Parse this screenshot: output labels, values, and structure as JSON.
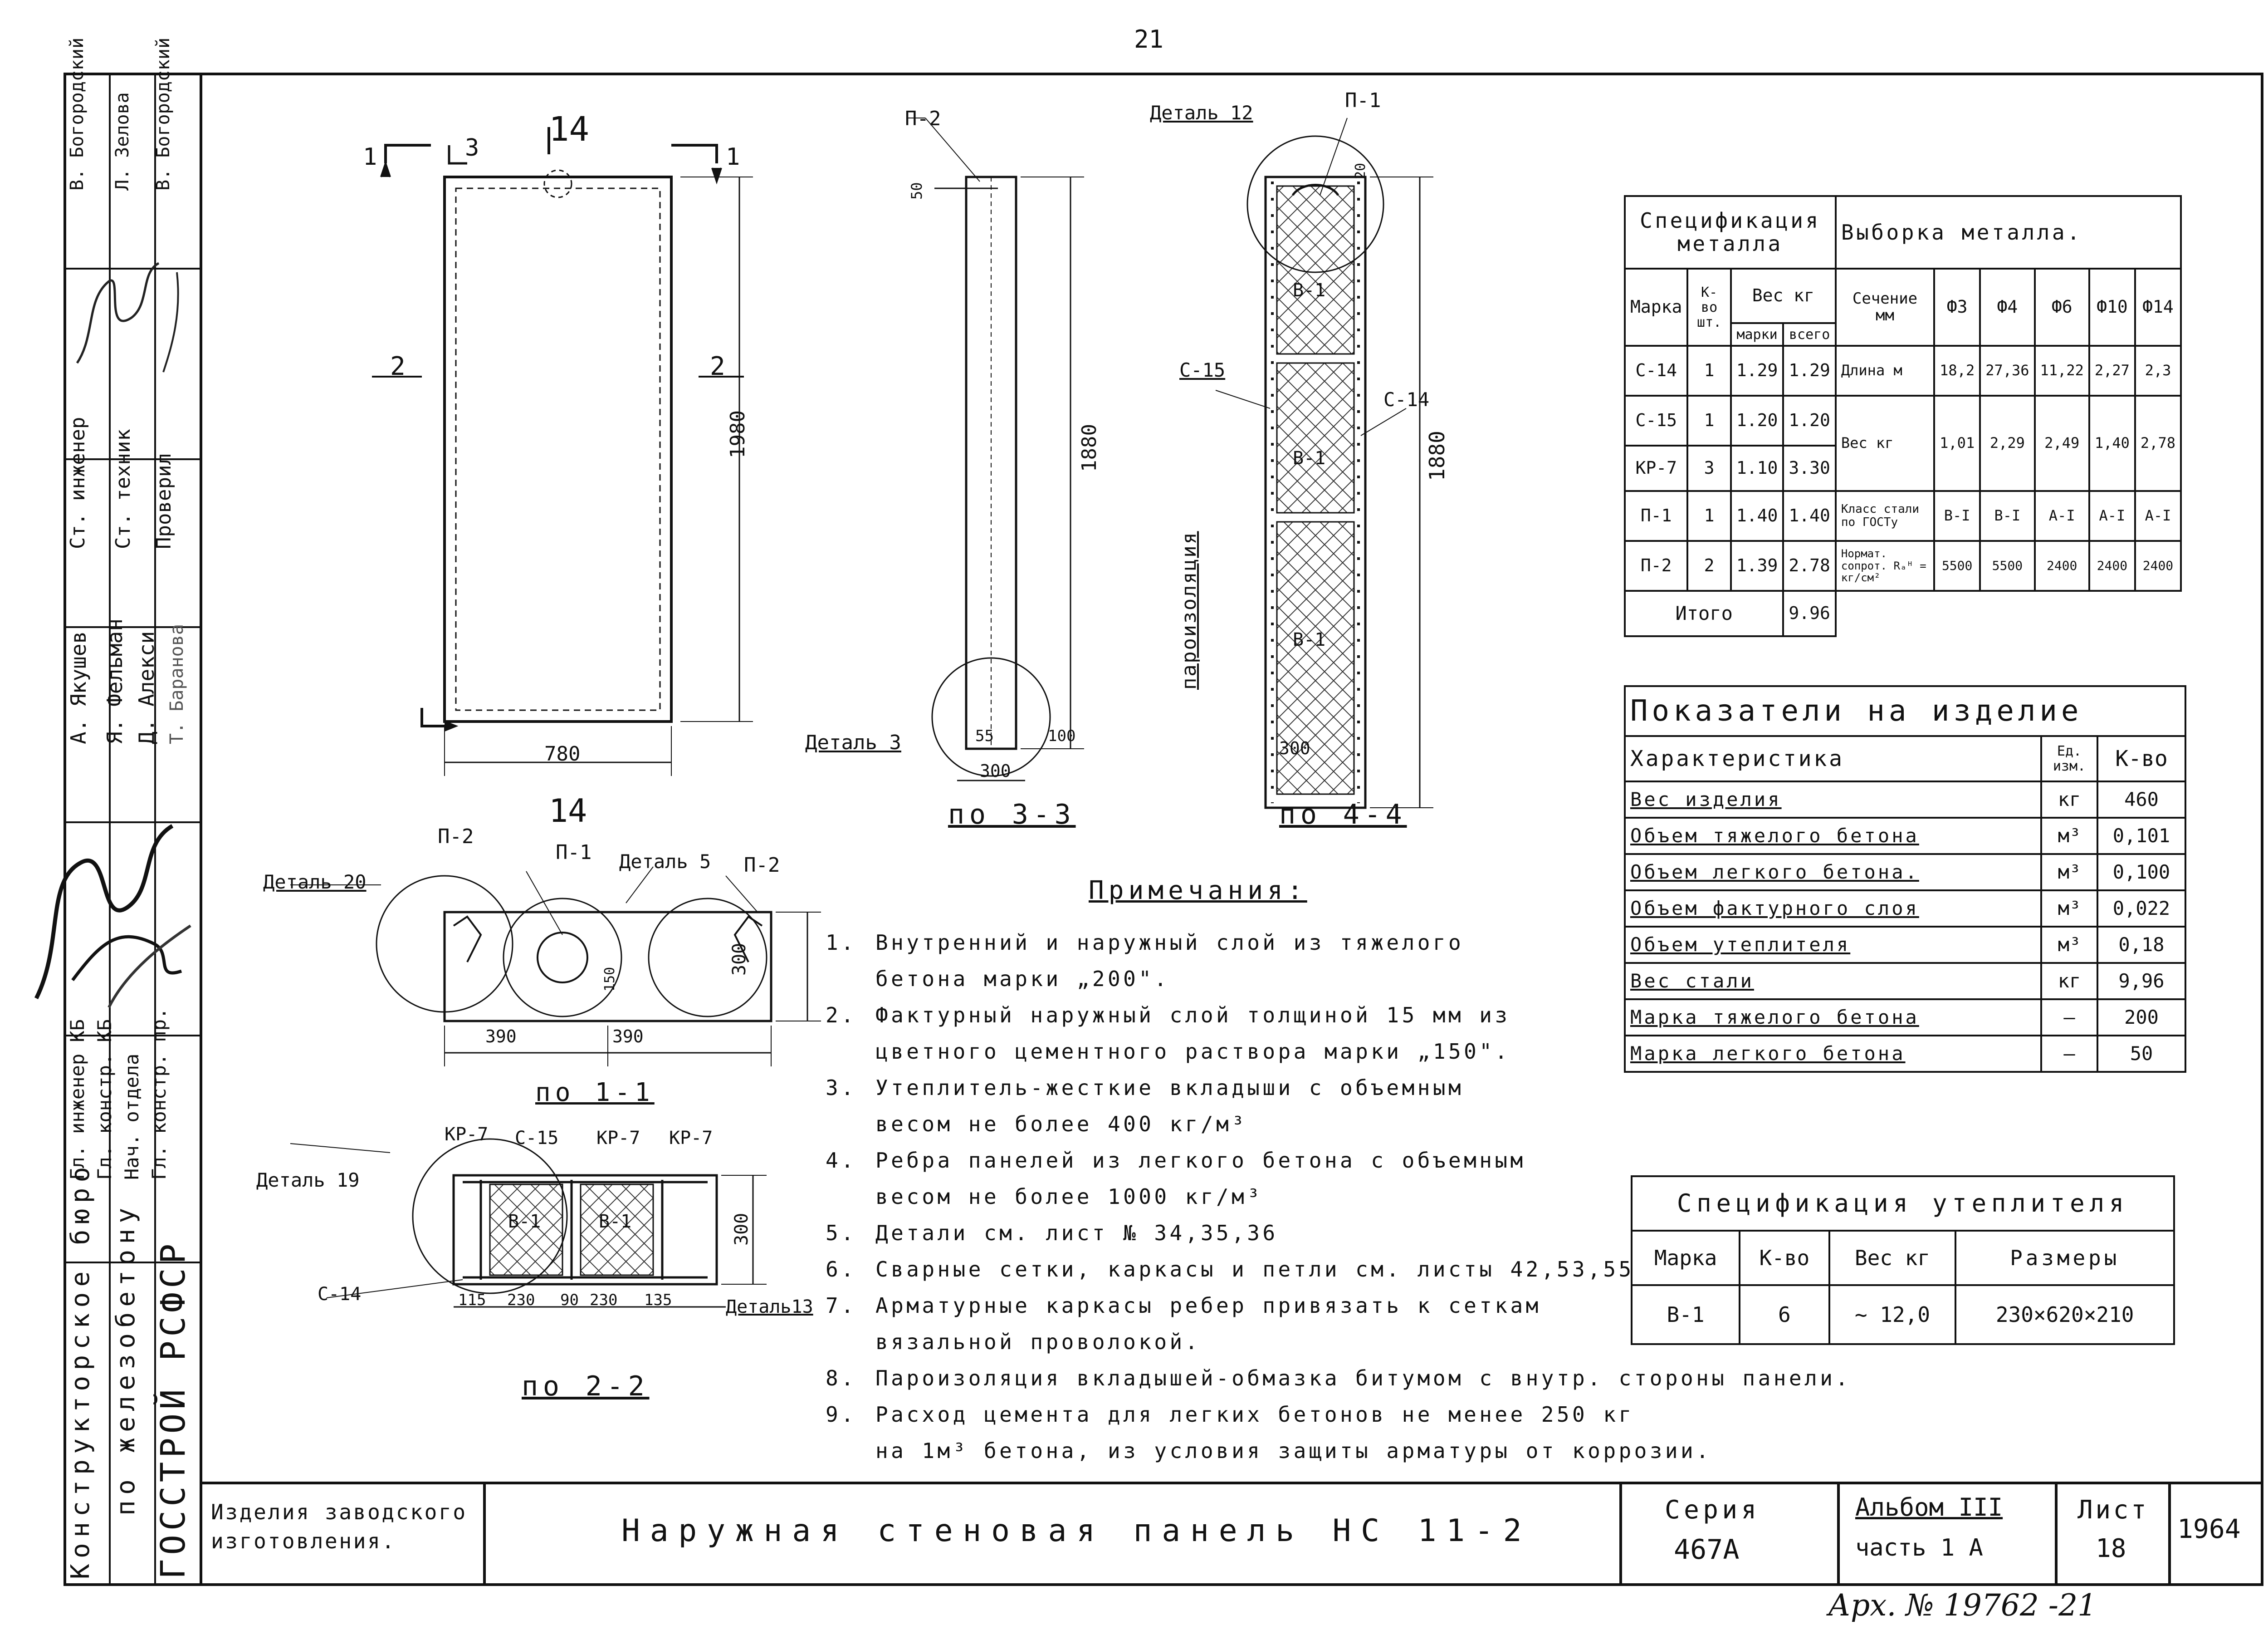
{
  "page_number": "21",
  "archive": "Арх. № 19762 -21",
  "views": {
    "elevation_title": "14",
    "elevation_section_left": "1",
    "elevation_section_right": "1",
    "elevation_mark_3": "3",
    "elevation_mark_2_left": "2",
    "elevation_mark_2_right": "2",
    "elevation_height": "1980",
    "elevation_width": "780",
    "s33_label_p2": "П-2",
    "s33_dim_50": "50",
    "s33_height": "1880",
    "s33_detail3": "Деталь 3",
    "s33_dim_55": "55",
    "s33_dim_100": "100",
    "s33_width": "300",
    "s33_title": "по 3-3",
    "s44_detail12": "Деталь 12",
    "s44_label_p1": "П-1",
    "s44_dim_20": "20",
    "s44_label_c15": "С-15",
    "s44_label_c14": "С-14",
    "s44_vapor": "пароизоляция",
    "s44_b1_a": "В-1",
    "s44_b1_b": "В-1",
    "s44_b1_c": "В-1",
    "s44_height": "1880",
    "s44_width": "300",
    "s44_title": "по 4-4",
    "s11_top": "14",
    "s11_p2_left": "П-2",
    "s11_p1": "П-1",
    "s11_detail5": "Деталь 5",
    "s11_p2_right": "П-2",
    "s11_detail20": "Деталь 20",
    "s11_dim_150": "150",
    "s11_dim_300": "300",
    "s11_dim_390a": "390",
    "s11_dim_390b": "390",
    "s11_title": "по 1-1",
    "s22_kp7_a": "КР-7",
    "s22_c15": "С-15",
    "s22_kp7_b": "КР-7",
    "s22_kp7_c": "КР-7",
    "s22_detail19": "Деталь 19",
    "s22_b1_a": "В-1",
    "s22_b1_b": "В-1",
    "s22_dim_300": "300",
    "s22_c14": "С-14",
    "s22_dims": [
      "115",
      "230",
      "90",
      "230",
      "135"
    ],
    "s22_detail13": "Деталь13",
    "s22_title": "по 2-2"
  },
  "notes": {
    "title": "Примечания:",
    "items": [
      {
        "n": "1.",
        "text": "Внутренний и наружный слой из тяжелого"
      },
      {
        "n": "",
        "text": "бетона марки „200\"."
      },
      {
        "n": "2.",
        "text": "Фактурный наружный слой толщиной 15 мм из"
      },
      {
        "n": "",
        "text": "цветного цементного раствора марки „150\"."
      },
      {
        "n": "3.",
        "text": "Утеплитель-жесткие вкладыши с объемным"
      },
      {
        "n": "",
        "text": "весом не более 400 кг/м³"
      },
      {
        "n": "4.",
        "text": "Ребра панелей из легкого бетона с объемным"
      },
      {
        "n": "",
        "text": "весом не более 1000 кг/м³"
      },
      {
        "n": "5.",
        "text": "Детали см. лист № 34,35,36"
      },
      {
        "n": "6.",
        "text": "Сварные сетки, каркасы и петли см. листы 42,53,55"
      },
      {
        "n": "7.",
        "text": "Арматурные каркасы ребер привязать к сеткам"
      },
      {
        "n": "",
        "text": "вязальной проволокой."
      },
      {
        "n": "8.",
        "text": "Пароизоляция вкладышей-обмазка битумом с внутр. стороны панели."
      },
      {
        "n": "9.",
        "text": "Расход цемента для легких бетонов не менее 250 кг"
      },
      {
        "n": "",
        "text": "на 1м³ бетона, из условия защиты арматуры от коррозии."
      }
    ]
  },
  "metal_spec": {
    "title": "Спецификация металла",
    "col_marka": "Марка",
    "col_kvo": "К-во шт.",
    "col_ves": "Вес кг",
    "col_ves_marki": "марки",
    "col_ves_vsego": "всего",
    "rows": [
      {
        "marka": "С-14",
        "kvo": "1",
        "marki": "1.29",
        "vsego": "1.29"
      },
      {
        "marka": "С-15",
        "kvo": "1",
        "marki": "1.20",
        "vsego": "1.20"
      },
      {
        "marka": "КР-7",
        "kvo": "3",
        "marki": "1.10",
        "vsego": "3.30"
      },
      {
        "marka": "П-1",
        "kvo": "1",
        "marki": "1.40",
        "vsego": "1.40"
      },
      {
        "marka": "П-2",
        "kvo": "2",
        "marki": "1.39",
        "vsego": "2.78"
      }
    ],
    "total_label": "Итого",
    "total_value": "9.96"
  },
  "metal_selection": {
    "title": "Выборка металла.",
    "col_section": "Сечение мм",
    "diameters": [
      "Ф3",
      "Ф4",
      "Ф6",
      "Ф10",
      "Ф14"
    ],
    "rows": [
      {
        "label": "Длина м",
        "values": [
          "18,2",
          "27,36",
          "11,22",
          "2,27",
          "2,3"
        ]
      },
      {
        "label": "Вес кг",
        "values": [
          "1,01",
          "2,29",
          "2,49",
          "1,40",
          "2,78"
        ]
      },
      {
        "label": "Класс стали по ГОСТу",
        "values": [
          "В-I",
          "В-I",
          "А-I",
          "А-I",
          "А-I"
        ]
      },
      {
        "label": "Нормат. сопрот. Rₐᴴ = кг/см²",
        "values": [
          "5500",
          "5500",
          "2400",
          "2400",
          "2400"
        ]
      }
    ]
  },
  "indicators": {
    "title": "Показатели на изделие",
    "col_char": "Характеристика",
    "col_unit": "Ед. изм.",
    "col_qty": "К-во",
    "rows": [
      {
        "name": "Вес изделия",
        "unit": "кг",
        "qty": "460"
      },
      {
        "name": "Объем тяжелого бетона",
        "unit": "м³",
        "qty": "0,101"
      },
      {
        "name": "Объем легкого бетона.",
        "unit": "м³",
        "qty": "0,100"
      },
      {
        "name": "Объем фактурного слоя",
        "unit": "м³",
        "qty": "0,022"
      },
      {
        "name": "Объем утеплителя",
        "unit": "м³",
        "qty": "0,18"
      },
      {
        "name": "Вес стали",
        "unit": "кг",
        "qty": "9,96"
      },
      {
        "name": "Марка тяжелого бетона",
        "unit": "—",
        "qty": "200"
      },
      {
        "name": "Марка легкого бетона",
        "unit": "—",
        "qty": "50"
      }
    ]
  },
  "insulation_spec": {
    "title": "Спецификация утеплителя",
    "col_marka": "Марка",
    "col_kvo": "К-во",
    "col_ves": "Вес кг",
    "col_sizes": "Размеры",
    "row": {
      "marka": "В-1",
      "kvo": "6",
      "ves": "~ 12,0",
      "sizes": "230×620×210"
    }
  },
  "title_block": {
    "category": "Изделия заводского изготовления.",
    "name": "Наружная стеновая панель НС 11-2",
    "series_label": "Серия",
    "series_value": "467А",
    "album_label": "Альбом III",
    "part": "часть 1 А",
    "sheet_label": "Лист",
    "sheet_value": "18",
    "year": "1964"
  },
  "side_stamp": {
    "org": [
      "Конструкторское бюро",
      "по железобетону",
      "ГОССТРОЙ РСФСР"
    ],
    "roles": [
      "Гл. инженер КБ",
      "Гл. констр. КБ",
      "Нач. отдела",
      "Гл. констр. пр."
    ],
    "names": [
      "А. Якушев",
      "Я. Фельман",
      "Д. Алекси",
      "Т. Баранова"
    ],
    "roles2": [
      "Ст. инженер",
      "Ст. техник",
      "Проверил"
    ],
    "names2": [
      "В. Богородский",
      "Л. Зелова",
      "В. Богородский"
    ]
  }
}
